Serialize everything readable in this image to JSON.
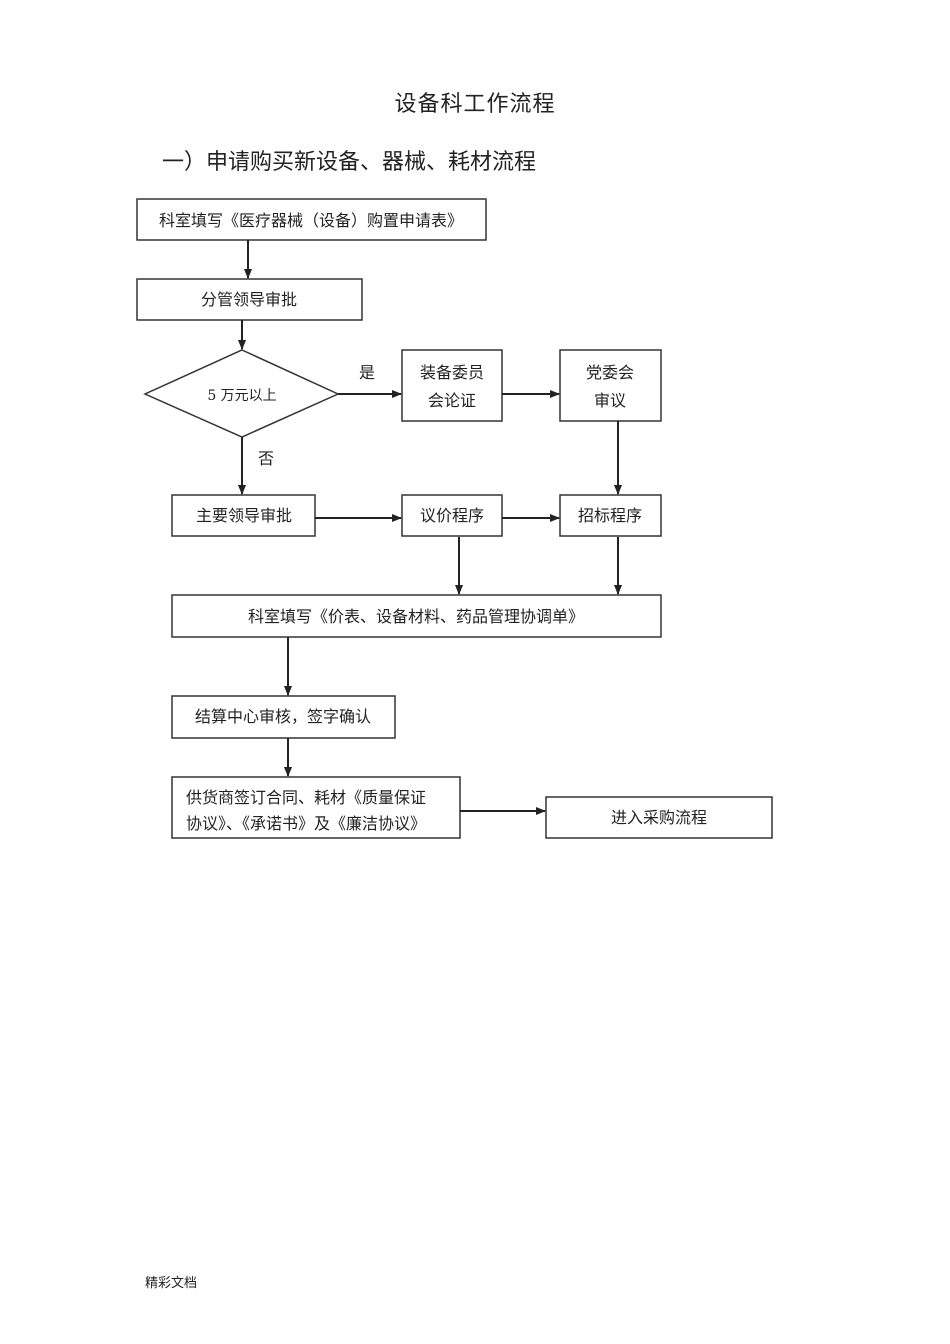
{
  "title": "设备科工作流程",
  "section_heading": "一）申请购买新设备、器械、耗材流程",
  "nodes": {
    "fill_form": "科室填写《医疗器械（设备）购置申请表》",
    "leader_approve": "分管领导审批",
    "decision": "5 万元以上",
    "committee": [
      "装备委员",
      "会论证"
    ],
    "party": [
      "党委会",
      "审议"
    ],
    "main_leader": "主要领导审批",
    "price_nego": "议价程序",
    "bidding": "招标程序",
    "coord_form": "科室填写《价表、设备材料、药品管理协调单》",
    "settlement": "结算中心审核，签字确认",
    "supplier": [
      "供货商签订合同、耗材《质量保证",
      "协议》、《承诺书》及《廉洁协议》"
    ],
    "purchase": "进入采购流程"
  },
  "labels": {
    "yes": "是",
    "no": "否"
  },
  "footer": "精彩文档"
}
